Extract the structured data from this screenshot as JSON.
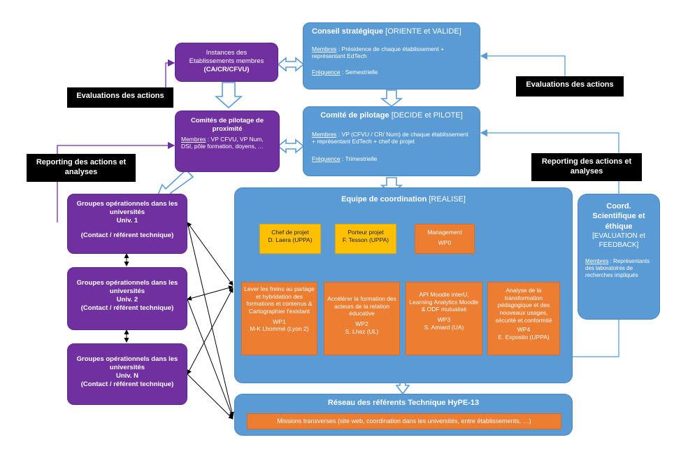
{
  "colors": {
    "blue": "#5b9bd5",
    "purple": "#7030a0",
    "orange": "#ed7d31",
    "yellow": "#ffc000",
    "black": "#000000"
  },
  "labels": {
    "evaluations_left": "Evaluations des actions",
    "evaluations_right": "Evaluations des actions",
    "reporting_left": "Reporting des actions et analyses",
    "reporting_right": "Reporting des actions et analyses"
  },
  "conseil": {
    "title": "Conseil stratégique",
    "role": "[ORIENTE et VALIDE]",
    "membres_label": "Membres",
    "membres_text": " : Présidence de chaque établissement + représentant EdTech",
    "frequence_label": "Fréquence",
    "frequence_text": " : Semestrielle"
  },
  "comite": {
    "title": "Comité de pilotage",
    "role": "[DECIDE et PILOTE]",
    "membres_label": "Membres",
    "membres_text": " : VP (CFVU / CR/ Num) de chaque établissement + représentant EdTech + chef de projet",
    "frequence_label": "Fréquence",
    "frequence_text": " : Trimestrielle"
  },
  "instances": {
    "line1": "Instances des",
    "line2": "Etablissements membres",
    "line3": "(CA/CR/CFVU)"
  },
  "comites_proximite": {
    "title": "Comités de pilotage de proximité",
    "membres_label": "Membres",
    "membres_text": " : VP CFVU, VP Num, DSI, pôle formation, doyens, …"
  },
  "groupes": [
    {
      "title": "Groupes opérationnels dans les universités",
      "univ": "Univ. 1",
      "contact": "(Contact / référent technique)"
    },
    {
      "title": "Groupes opérationnels dans les universités",
      "univ": "Univ. 2",
      "contact": "(Contact / référent technique)"
    },
    {
      "title": "Groupes opérationnels dans les universités",
      "univ": "Univ. N",
      "contact": "(Contact / référent technique)"
    }
  ],
  "equipe": {
    "title": "Equipe de coordination",
    "role": "[REALISE]",
    "chef": {
      "title": "Chef de projet",
      "name": "D. Laera (UPPA)"
    },
    "porteur": {
      "title": "Porteur projet",
      "name": "F. Tesson (UPPA)"
    },
    "management": {
      "title": "Management",
      "wp": "WP0"
    },
    "wps": [
      {
        "text": "Lever les freins au partage et hybridation des formations et contenus & Cartographier l'existant",
        "wp": "WP1",
        "lead": "M-K Lhommé (Lyon 2)"
      },
      {
        "text": "Accélérer la formation des acteurs de la relation éducative",
        "wp": "WP2",
        "lead": "S. Lhez (UL)"
      },
      {
        "text": "API Moodle interU, Learning Analytics Moodle & ODF mutualisé",
        "wp": "WP3",
        "lead": "S. Amiard (UA)"
      },
      {
        "text": "Analyse de la transformation pédagogique et des nouveaux usages, sécurité et conformité",
        "wp": "WP4",
        "lead": "E. Exposito (UPPA)"
      }
    ]
  },
  "coord": {
    "title": "Coord. Scientifique et éthique",
    "role": "[EVALUATION et FEEDBACK]",
    "membres_label": "Membres",
    "membres_text": " : Représentants des laboratoires de recherches impliqués"
  },
  "reseau": {
    "title": "Réseau des référents Technique HyPE-13",
    "missions": "Missions transverses (site web, coordination dans les universités, entre établissements, …)"
  }
}
